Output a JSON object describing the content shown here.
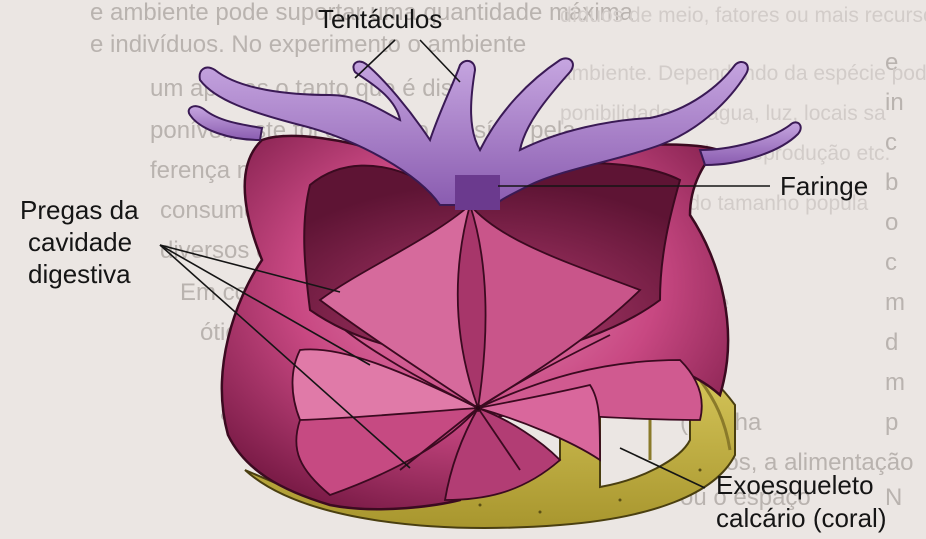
{
  "labels": {
    "tentacles": "Tentáculos",
    "pharynx": "Faringe",
    "folds_line1": "Pregas da",
    "folds_line2": "cavidade",
    "folds_line3": "digestiva",
    "exo_line1": "Exoesqueleto",
    "exo_line2": "calcário (coral)"
  },
  "colors": {
    "body": "#c84882",
    "body_dark": "#7c1c48",
    "body_light": "#e07aa8",
    "tentacle": "#a178c4",
    "tentacle_light": "#c6a6e0",
    "skeleton": "#c9b64c",
    "skeleton_dark": "#8a7a2a",
    "background": "#ebe6e3"
  }
}
